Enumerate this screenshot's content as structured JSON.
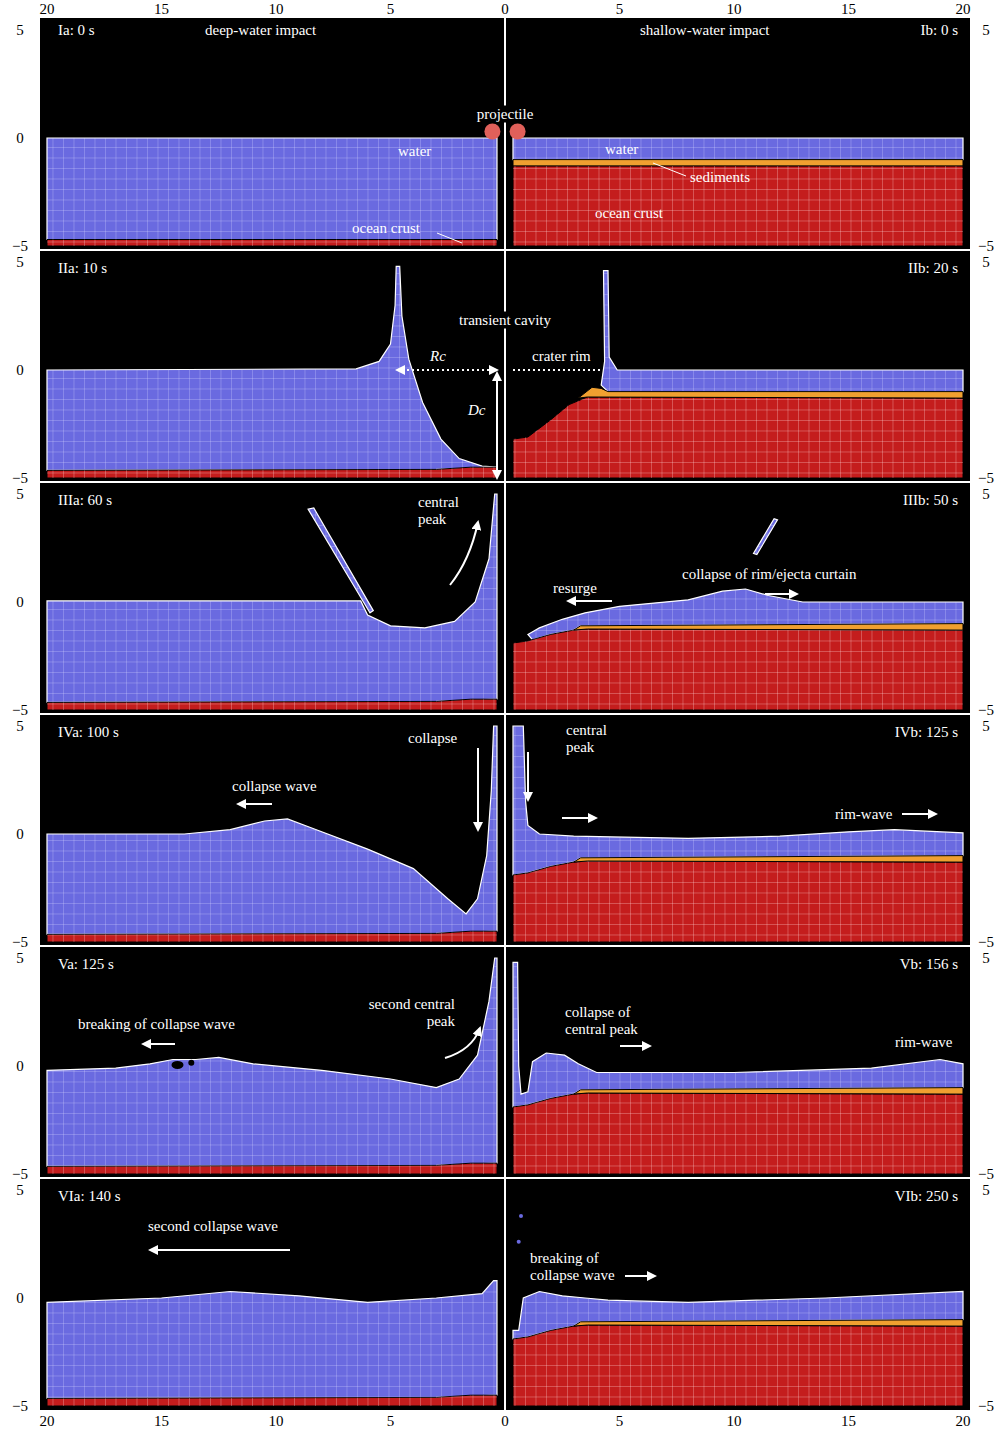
{
  "diagram": {
    "labels": [
      "20",
      "15",
      "10",
      "5",
      "0",
      "5",
      "10",
      "15",
      "20",
      "5",
      "0",
      "−5",
      "Ia: 0 s",
      "deep-water impact",
      "shallow-water impact",
      "Ib: 0 s",
      "projectile",
      "water",
      "ocean crust",
      "water",
      "sediments",
      "ocean crust",
      "5",
      "−5",
      "5",
      "0",
      "−5",
      "IIa: 10 s",
      "transient cavity",
      "Rc",
      "crater rim",
      "Dc",
      "IIb: 20 s",
      "5",
      "−5",
      "5",
      "0",
      "−5",
      "IIIa: 60 s",
      "central peak",
      "IIIb: 50 s",
      "resurge",
      "collapse of rim/ejecta curtain",
      "5",
      "−5",
      "5",
      "0",
      "−5",
      "IVa: 100 s",
      "collapse wave",
      "collapse",
      "central peak",
      "IVb: 125 s",
      "rim-wave",
      "5",
      "−5",
      "5",
      "0",
      "−5",
      "Va: 125 s",
      "breaking of collapse wave",
      "second central peak",
      "collapse of central peak",
      "Vb: 156 s",
      "rim-wave",
      "5",
      "−5",
      "5",
      "0",
      "−5",
      "VIa: 140 s",
      "second collapse wave",
      "VIb: 250 s",
      "breaking of collapse wave",
      "5",
      "−5",
      "20",
      "15",
      "10",
      "5",
      "0",
      "5",
      "10",
      "15",
      "20"
    ]
  }
}
